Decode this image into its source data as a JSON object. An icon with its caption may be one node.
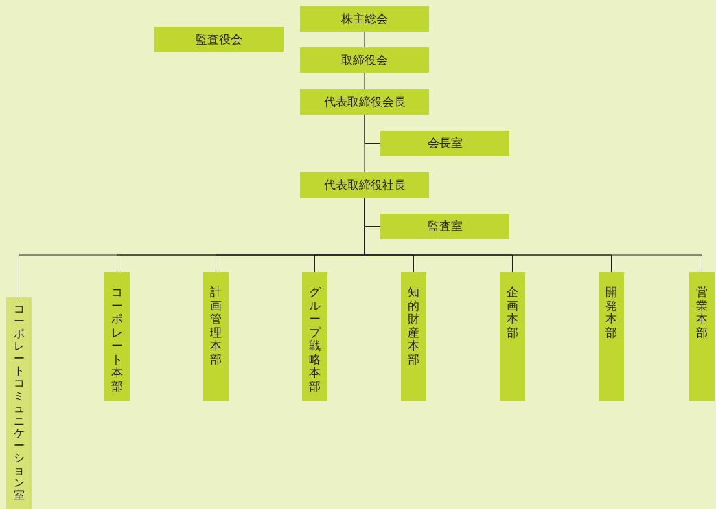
{
  "diagram": {
    "nodes": [
      {
        "text": [
          "株主総会"
        ]
      },
      {
        "text": [
          "監査役会"
        ]
      },
      {
        "text": [
          "取締役会"
        ]
      },
      {
        "text": [
          "代表取締役会長"
        ]
      },
      {
        "text": [
          "会長室"
        ]
      },
      {
        "text": [
          "代表取締役社長"
        ]
      },
      {
        "text": [
          "監査室"
        ]
      },
      {
        "text": [
          "コーポレートコミュニケーション室"
        ]
      },
      {
        "text": [
          "コーポレート本部"
        ]
      },
      {
        "text": [
          "計画管理本部"
        ]
      },
      {
        "text": [
          "グループ戦略本部"
        ]
      },
      {
        "text": [
          "知的財産本部"
        ]
      },
      {
        "text": [
          "企画本部"
        ]
      },
      {
        "text": [
          "開発本部"
        ]
      },
      {
        "text": [
          "営業本部"
        ]
      }
    ],
    "edges": [
      {
        "from": 0,
        "to": 2,
        "arrow": "none"
      },
      {
        "from": 2,
        "to": 3,
        "arrow": "none"
      },
      {
        "from": 3,
        "to": 5,
        "arrow": "none"
      },
      {
        "from": 3,
        "to": 4,
        "arrow": "none"
      },
      {
        "from": 5,
        "to": 6,
        "arrow": "none"
      },
      {
        "from": 5,
        "to": 7,
        "arrow": "none"
      },
      {
        "from": 5,
        "to": 8,
        "arrow": "none"
      },
      {
        "from": 5,
        "to": 9,
        "arrow": "none"
      },
      {
        "from": 5,
        "to": 10,
        "arrow": "none"
      },
      {
        "from": 5,
        "to": 11,
        "arrow": "none"
      },
      {
        "from": 5,
        "to": 12,
        "arrow": "none"
      },
      {
        "from": 5,
        "to": 13,
        "arrow": "none"
      },
      {
        "from": 5,
        "to": 14,
        "arrow": "none"
      }
    ]
  }
}
